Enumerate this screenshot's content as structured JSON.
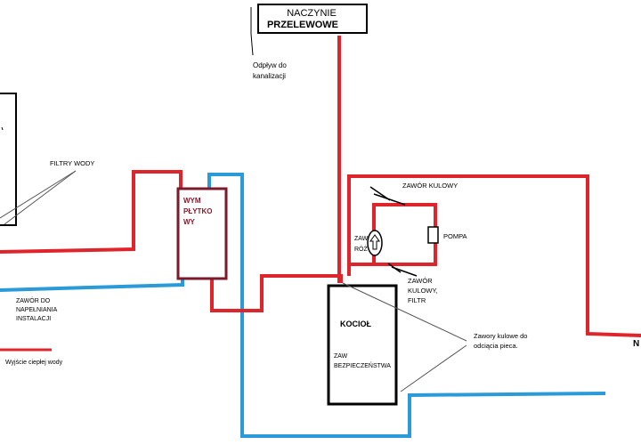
{
  "labels": {
    "overflow_vessel_line1": "NACZYNIE",
    "overflow_vessel_line2": "PRZELEWOWE",
    "drain_line1": "Odpływ do",
    "drain_line2": "kanalizacji",
    "water_filters": "FILTRY WODY",
    "ball_valve_top": "ZAWÓR KULOWY",
    "heat_exchanger_line1": "WYM",
    "heat_exchanger_line2": "PŁYTKO",
    "heat_exchanger_line3": "WY",
    "pump": "POMPA",
    "diff_valve_line1": "ZAW",
    "diff_valve_line2": "RÓŻ",
    "ball_valve_filter_line1": "ZAWÓR",
    "ball_valve_filter_line2": "KULOWY,",
    "ball_valve_filter_line3": "FILTR",
    "boiler": "KOCIOŁ",
    "safety_valve_line1": "ZAW",
    "safety_valve_line2": "BEZPIECZEŃSTWA",
    "fill_valve_line1": "ZAWÓR DO",
    "fill_valve_line2": "NAPEŁNIANIA",
    "fill_valve_line3": "INSTALACJI",
    "hot_water_outlet": "Wyjście ciepłej wody",
    "cutoff_valves_line1": "Zawory  kulowe do",
    "cutoff_valves_line2": "odciącia pieca.",
    "right_edge_cut": "N"
  },
  "colors": {
    "hot_pipe": "#e0242c",
    "cold_pipe": "#2a9bd8",
    "exchanger_border": "#7a1a2a",
    "exchanger_text": "#8b1a2c",
    "outline": "#000000"
  }
}
